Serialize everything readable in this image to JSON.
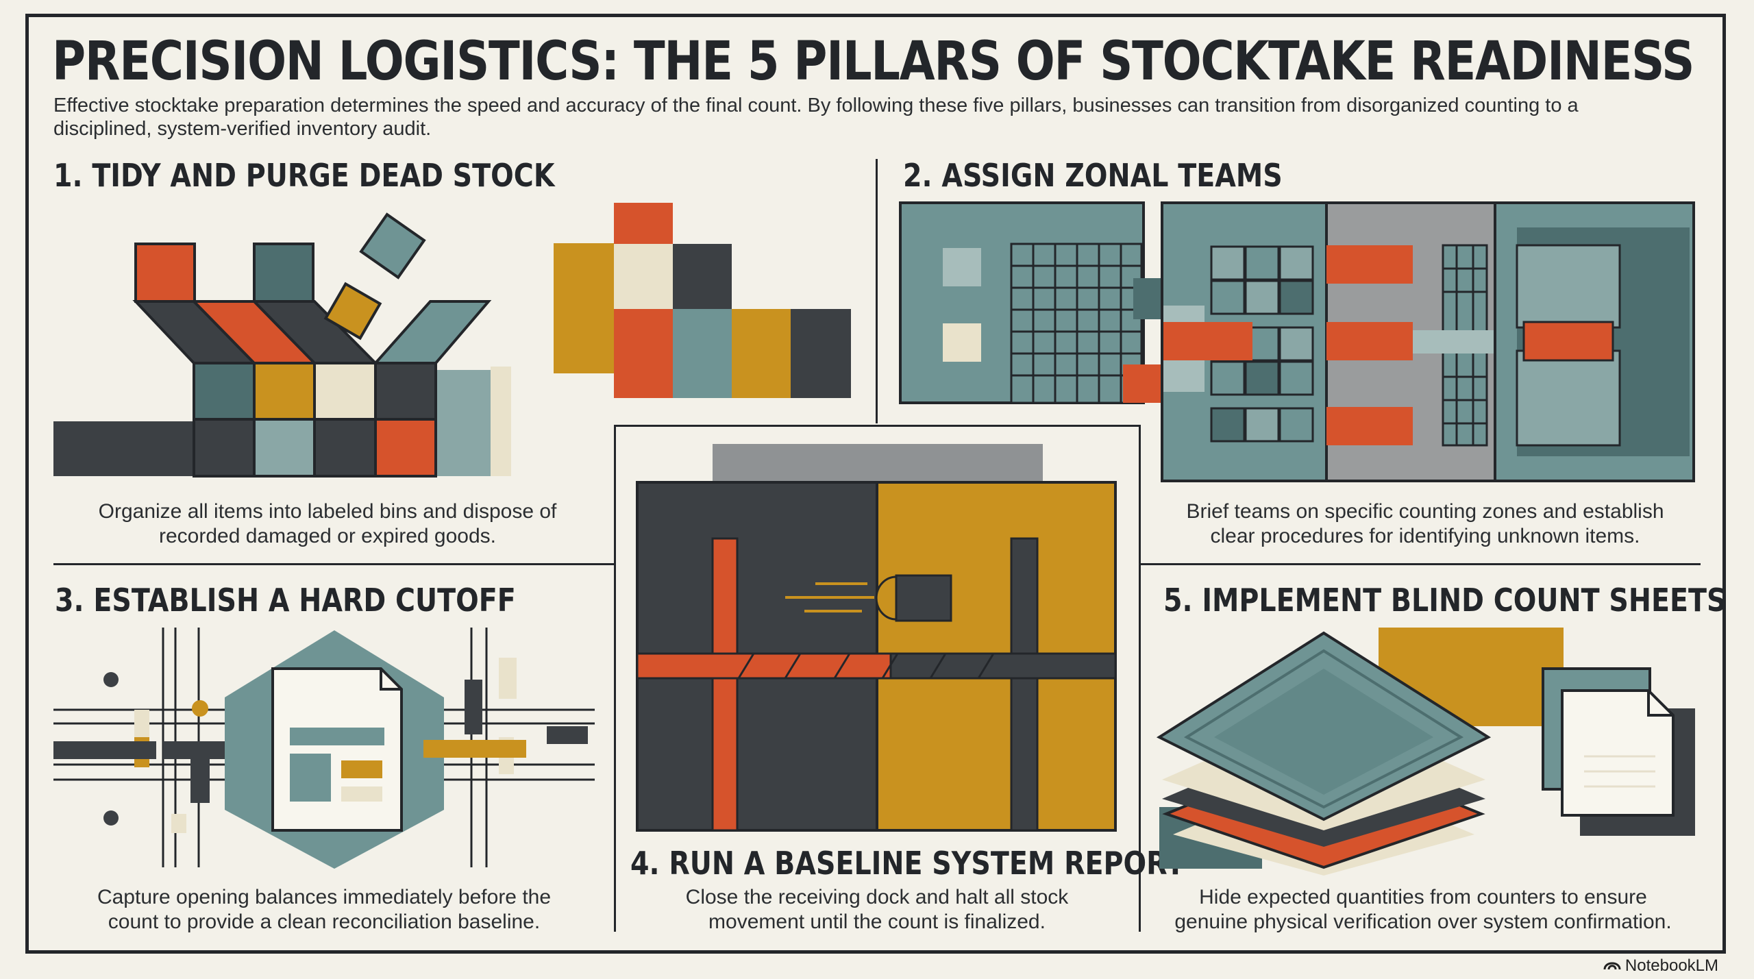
{
  "header": {
    "title": "PRECISION LOGISTICS: THE 5 PILLARS OF STOCKTAKE READINESS",
    "subtitle_line1": "Effective stocktake preparation determines the speed and accuracy of the final count.  By following these five pillars, businesses can transition from disorganized counting to a",
    "subtitle_line2": "disciplined, system-verified inventory audit."
  },
  "pillars": [
    {
      "heading": "1. TIDY AND PURGE DEAD STOCK",
      "caption_line1": "Organize all items into labeled bins and dispose of",
      "caption_line2": "recorded damaged or expired goods.",
      "icon": "open-box-cubes-icon"
    },
    {
      "heading": "2. ASSIGN ZONAL TEAMS",
      "caption_line1": "Brief teams on specific counting zones and establish",
      "caption_line2": "clear procedures for identifying unknown items.",
      "icon": "warehouse-zone-grid-icon"
    },
    {
      "heading": "3. ESTABLISH A HARD CUTOFF",
      "caption_line1": "Capture opening balances immediately before the",
      "caption_line2": "count to provide a clean reconciliation baseline.",
      "icon": "document-cutoff-icon"
    },
    {
      "heading": "4. RUN A BASELINE SYSTEM REPORT",
      "caption_line1": "Close the receiving dock and halt all stock",
      "caption_line2": "movement until the count is finalized.",
      "icon": "closed-dock-barrier-icon"
    },
    {
      "heading": "5. IMPLEMENT BLIND COUNT SHEETS",
      "caption_line1": "Hide expected quantities from counters to ensure",
      "caption_line2": "genuine physical verification over system confirmation.",
      "icon": "stacked-layers-sheets-icon"
    }
  ],
  "footer": {
    "brand": "NotebookLM",
    "brand_icon": "notebooklm-logo-icon"
  },
  "colors": {
    "ink": "#23262a",
    "paper": "#f3f1e9",
    "teal": "#6f9494",
    "orange": "#d6532c",
    "gold": "#c9921f",
    "charcoal": "#3c4044"
  }
}
